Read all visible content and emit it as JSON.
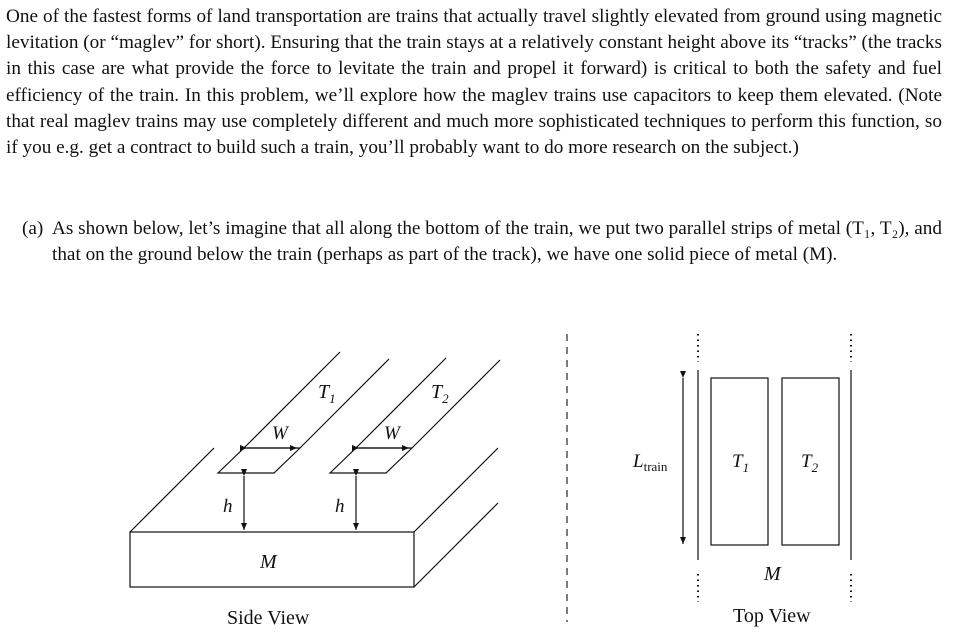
{
  "paragraph": "One of the fastest forms of land transportation are trains that actually travel slightly elevated from ground using magnetic levitation (or “maglev” for short). Ensuring that the train stays at a relatively constant height above its “tracks” (the tracks in this case are what provide the force to levitate the train and propel it forward) is critical to both the safety and fuel efficiency of the train. In this problem, we’ll explore how the maglev trains use capacitors to keep them elevated. (Note that real maglev trains may use completely different and much more sophisticated techniques to perform this function, so if you e.g. get a contract to build such a train, you’ll probably want to do more research on the subject.)",
  "part_a": {
    "label": "(a)",
    "text": "As shown below, let’s imagine that all along the bottom of the train, we put two parallel strips of metal (T₁, T₂), and that on the ground below the train (perhaps as part of the track), we have one solid piece of metal (M)."
  },
  "side_view": {
    "caption": "Side View",
    "strip1": {
      "main": "T",
      "sub": "1"
    },
    "strip2": {
      "main": "T",
      "sub": "2"
    },
    "width_label": "W",
    "height_label": "h",
    "ground_label": "M"
  },
  "top_view": {
    "caption": "Top View",
    "length_label": {
      "main": "L",
      "sub": "train"
    },
    "strip1": {
      "main": "T",
      "sub": "1"
    },
    "strip2": {
      "main": "T",
      "sub": "2"
    },
    "ground_label": "M"
  }
}
